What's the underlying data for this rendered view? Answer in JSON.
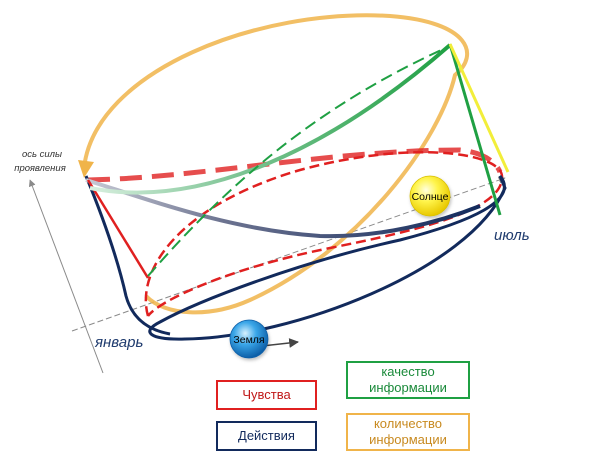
{
  "axis": {
    "label_line1": "ось силы",
    "label_line2": "проявления"
  },
  "months": {
    "january": "январь",
    "july": "июль"
  },
  "bodies": {
    "sun": "Солнце",
    "earth": "Земля"
  },
  "legend": {
    "feelings": "Чувства",
    "actions": "Действия",
    "info_quality_line1": "качество",
    "info_quality_line2": "информации",
    "info_quantity_line1": "количество",
    "info_quantity_line2": "информации"
  },
  "colors": {
    "feelings": "#e02020",
    "actions": "#122a5c",
    "info_quality": "#1fa043",
    "info_quantity": "#f0b44a",
    "yellow_line": "#f2ee3a"
  }
}
